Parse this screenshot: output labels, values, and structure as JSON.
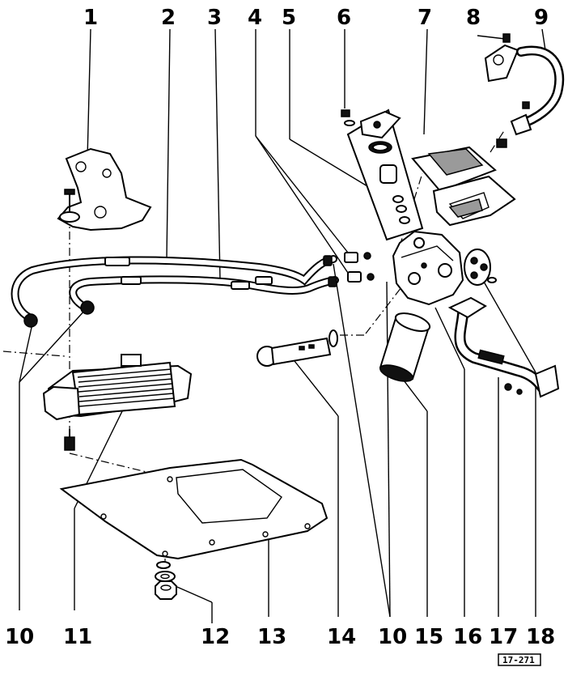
{
  "callouts": [
    {
      "id": "c1-top",
      "label": "1"
    },
    {
      "id": "c2",
      "label": "2"
    },
    {
      "id": "c3",
      "label": "3"
    },
    {
      "id": "c4",
      "label": "4"
    },
    {
      "id": "c5",
      "label": "5"
    },
    {
      "id": "c6",
      "label": "6"
    },
    {
      "id": "c7",
      "label": "7"
    },
    {
      "id": "c8",
      "label": "8"
    },
    {
      "id": "c9",
      "label": "9"
    },
    {
      "id": "c10-left",
      "label": "10"
    },
    {
      "id": "c11",
      "label": "11"
    },
    {
      "id": "c12",
      "label": "12"
    },
    {
      "id": "c13",
      "label": "13"
    },
    {
      "id": "c14",
      "label": "14"
    },
    {
      "id": "c10-right",
      "label": "10"
    },
    {
      "id": "c15",
      "label": "15"
    },
    {
      "id": "c16",
      "label": "16"
    },
    {
      "id": "c17",
      "label": "17"
    },
    {
      "id": "c18",
      "label": "18"
    }
  ],
  "reference_code": "17-271"
}
